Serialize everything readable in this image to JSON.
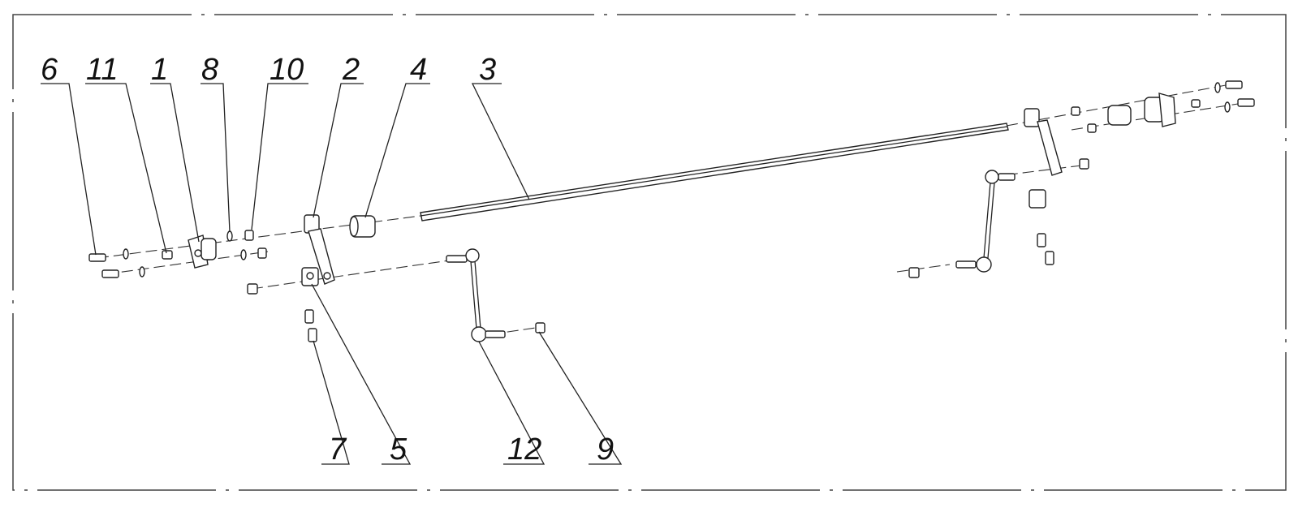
{
  "diagram": {
    "type": "exploded-assembly",
    "callouts": [
      {
        "id": "6",
        "text": "6"
      },
      {
        "id": "11",
        "text": "11"
      },
      {
        "id": "1",
        "text": "1"
      },
      {
        "id": "8",
        "text": "8"
      },
      {
        "id": "10",
        "text": "10"
      },
      {
        "id": "2",
        "text": "2"
      },
      {
        "id": "4",
        "text": "4"
      },
      {
        "id": "3",
        "text": "3"
      },
      {
        "id": "7",
        "text": "7"
      },
      {
        "id": "5",
        "text": "5"
      },
      {
        "id": "12",
        "text": "12"
      },
      {
        "id": "9",
        "text": "9"
      }
    ]
  }
}
